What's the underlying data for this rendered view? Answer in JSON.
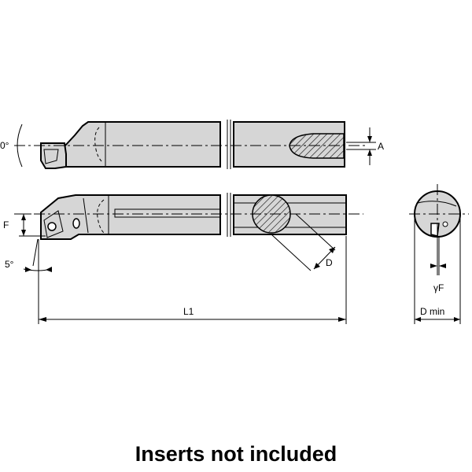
{
  "labels": {
    "angle_top": "0°",
    "dim_a": "A",
    "dim_f": "F",
    "angle_side": "5°",
    "dim_d": "D",
    "dim_l1": "L1",
    "dim_gamma_f": "γF",
    "dim_d_min": "D min"
  },
  "caption": "Inserts not included",
  "colors": {
    "part_fill": "#d6d6d6",
    "line": "#000000"
  }
}
